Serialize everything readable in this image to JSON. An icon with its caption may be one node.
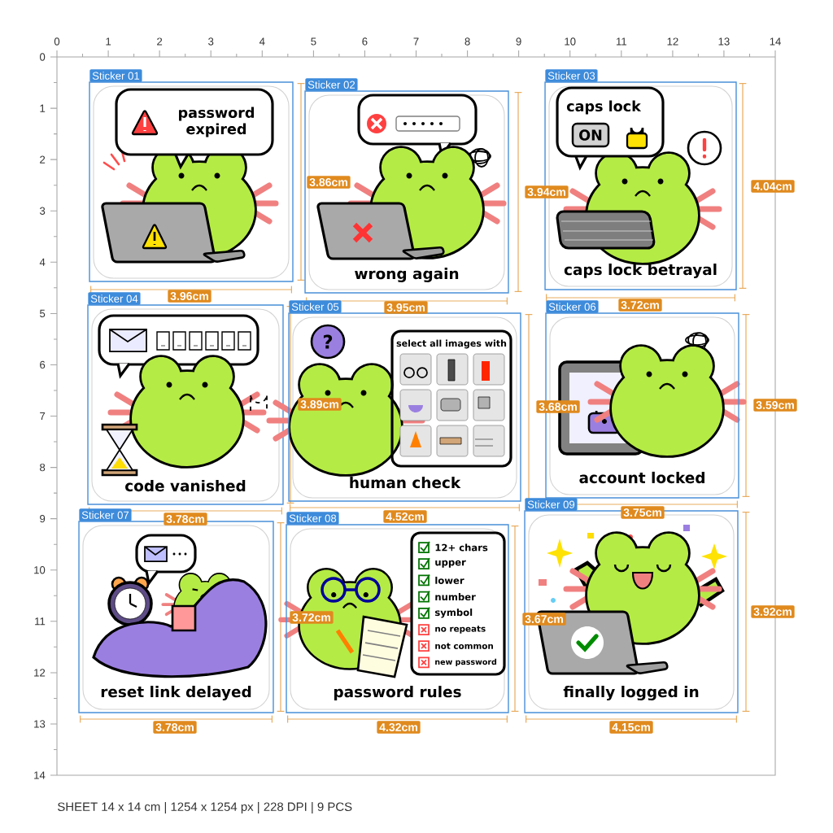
{
  "diagram": {
    "nodes": [
      {
        "text": [
          "Sticker 01"
        ]
      },
      {
        "text": [
          "password expired"
        ],
        "in": 0
      },
      {
        "text": [
          "Sticker 02",
          "wrong again"
        ]
      },
      {
        "text": [
          "Sticker 03",
          "caps lock betrayal"
        ]
      },
      {
        "text": [
          "caps lock",
          "ON"
        ],
        "in": 3
      },
      {
        "text": [
          "Sticker 04",
          "code vanished"
        ]
      },
      {
        "text": [
          "Sticker 05",
          "human check"
        ]
      },
      {
        "text": [
          "select all images with"
        ],
        "in": 6
      },
      {
        "text": [
          "Sticker 06",
          "account locked"
        ]
      },
      {
        "text": [
          "Sticker 07",
          "reset link delayed"
        ]
      },
      {
        "text": [
          "Sticker 08",
          "password rules"
        ]
      },
      {
        "text": [
          "12+ chars",
          "upper",
          "lower",
          "number",
          "symbol",
          "no repeats",
          "not common",
          "new password"
        ],
        "in": 10
      },
      {
        "text": [
          "Sticker 09",
          "finally logged in"
        ]
      }
    ],
    "labels": [
      "0",
      "1",
      "2",
      "3",
      "4",
      "5",
      "6",
      "7",
      "8",
      "9",
      "10",
      "11",
      "12",
      "13",
      "14",
      "0",
      "1",
      "2",
      "3",
      "4",
      "5",
      "6",
      "7",
      "8",
      "9",
      "10",
      "11",
      "12",
      "13",
      "14",
      "3.96cm",
      "3.86cm",
      "3.95cm",
      "3.94cm",
      "3.72cm",
      "4.04cm",
      "3.78cm",
      "3.89cm",
      "4.52cm",
      "3.68cm",
      "3.75cm",
      "3.59cm",
      "3.78cm",
      "3.72cm",
      "4.32cm",
      "3.67cm",
      "4.15cm",
      "3.92cm",
      "SHEET 14 x 14 cm | 1254 x 1254 px | 228 DPI | 9 PCS",
      "?"
    ]
  }
}
